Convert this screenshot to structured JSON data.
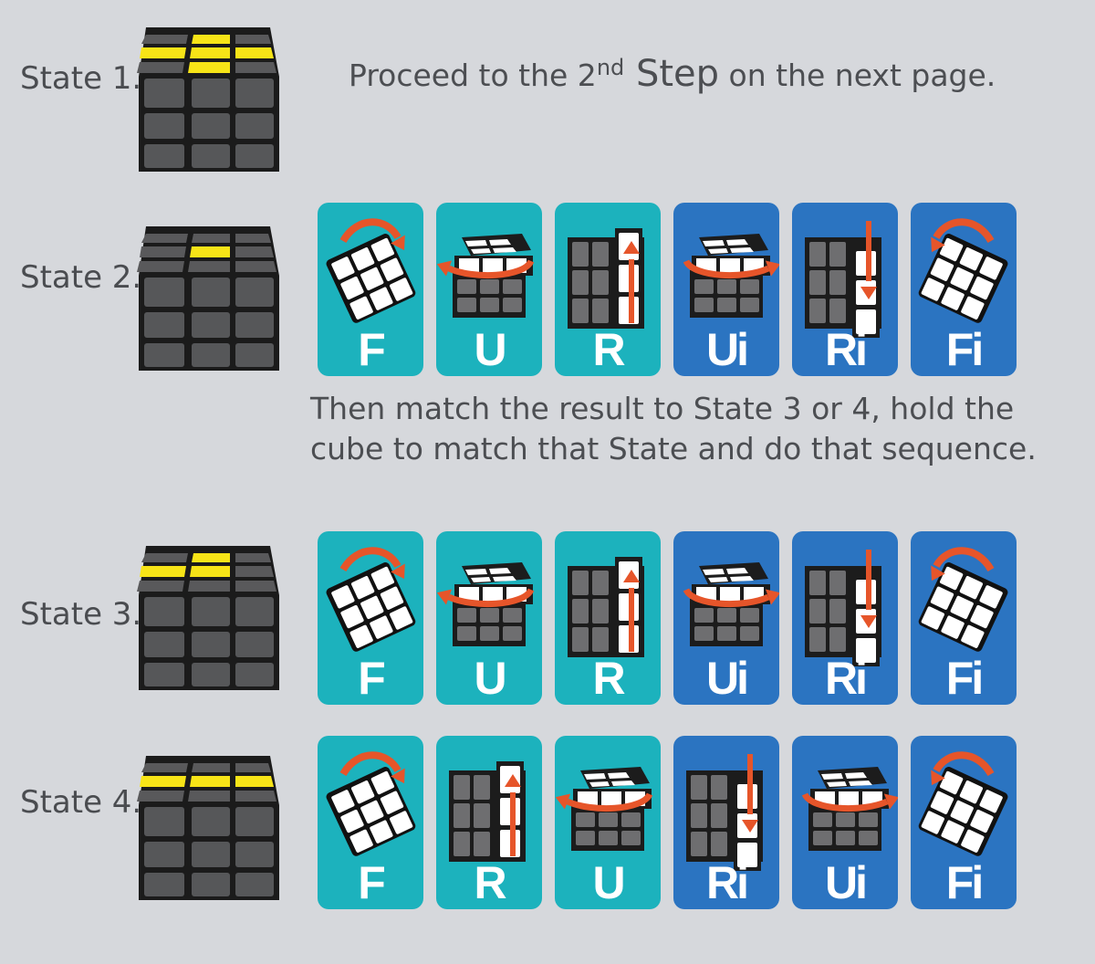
{
  "colors": {
    "teal": "#1cb2bd",
    "blue": "#2b74c1",
    "yellow": "#f7e417",
    "cube_face": "#565759",
    "arrow": "#e6552a"
  },
  "states": [
    {
      "label": "State 1.",
      "yellow": [
        1,
        3,
        4,
        5,
        7
      ]
    },
    {
      "label": "State 2.",
      "yellow": [
        4
      ]
    },
    {
      "label": "State 3.",
      "yellow": [
        1,
        3,
        4
      ]
    },
    {
      "label": "State 4.",
      "yellow": [
        3,
        4,
        5
      ]
    }
  ],
  "instructions": {
    "proceed_1": "Proceed to the 2",
    "proceed_sup": "nd",
    "proceed_step": " Step",
    "proceed_2": " on the next page.",
    "match_line1": "Then match the result to State 3 or 4, hold the",
    "match_line2": "cube to match that State and do that sequence."
  },
  "sequences": [
    {
      "state": "State 2.",
      "moves": [
        {
          "label": "F",
          "icon": "front-rotate-icon",
          "color": "teal"
        },
        {
          "label": "U",
          "icon": "top-rotate-left-icon",
          "color": "teal"
        },
        {
          "label": "R",
          "icon": "right-up-icon",
          "color": "teal"
        },
        {
          "label": "Ui",
          "icon": "top-rotate-right-icon",
          "color": "blue"
        },
        {
          "label": "Ri",
          "icon": "right-down-icon",
          "color": "blue"
        },
        {
          "label": "Fi",
          "icon": "front-rotate-inverse-icon",
          "color": "blue"
        }
      ]
    },
    {
      "state": "State 3.",
      "moves": [
        {
          "label": "F",
          "icon": "front-rotate-icon",
          "color": "teal"
        },
        {
          "label": "U",
          "icon": "top-rotate-left-icon",
          "color": "teal"
        },
        {
          "label": "R",
          "icon": "right-up-icon",
          "color": "teal"
        },
        {
          "label": "Ui",
          "icon": "top-rotate-right-icon",
          "color": "blue"
        },
        {
          "label": "Ri",
          "icon": "right-down-icon",
          "color": "blue"
        },
        {
          "label": "Fi",
          "icon": "front-rotate-inverse-icon",
          "color": "blue"
        }
      ]
    },
    {
      "state": "State 4.",
      "moves": [
        {
          "label": "F",
          "icon": "front-rotate-icon",
          "color": "teal"
        },
        {
          "label": "R",
          "icon": "right-up-icon",
          "color": "teal"
        },
        {
          "label": "U",
          "icon": "top-rotate-left-icon",
          "color": "teal"
        },
        {
          "label": "Ri",
          "icon": "right-down-icon",
          "color": "blue"
        },
        {
          "label": "Ui",
          "icon": "top-rotate-right-icon",
          "color": "blue"
        },
        {
          "label": "Fi",
          "icon": "front-rotate-inverse-icon",
          "color": "blue"
        }
      ]
    }
  ]
}
